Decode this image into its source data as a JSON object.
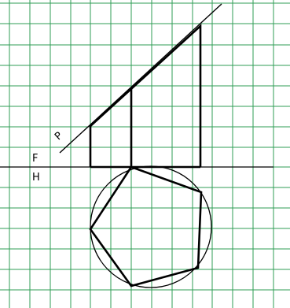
{
  "labels": {
    "plane": "P",
    "front": "F",
    "horizontal": "H"
  },
  "colors": {
    "grid": "#2f9e55",
    "ink": "#000000",
    "paper": "#ffffff"
  }
}
